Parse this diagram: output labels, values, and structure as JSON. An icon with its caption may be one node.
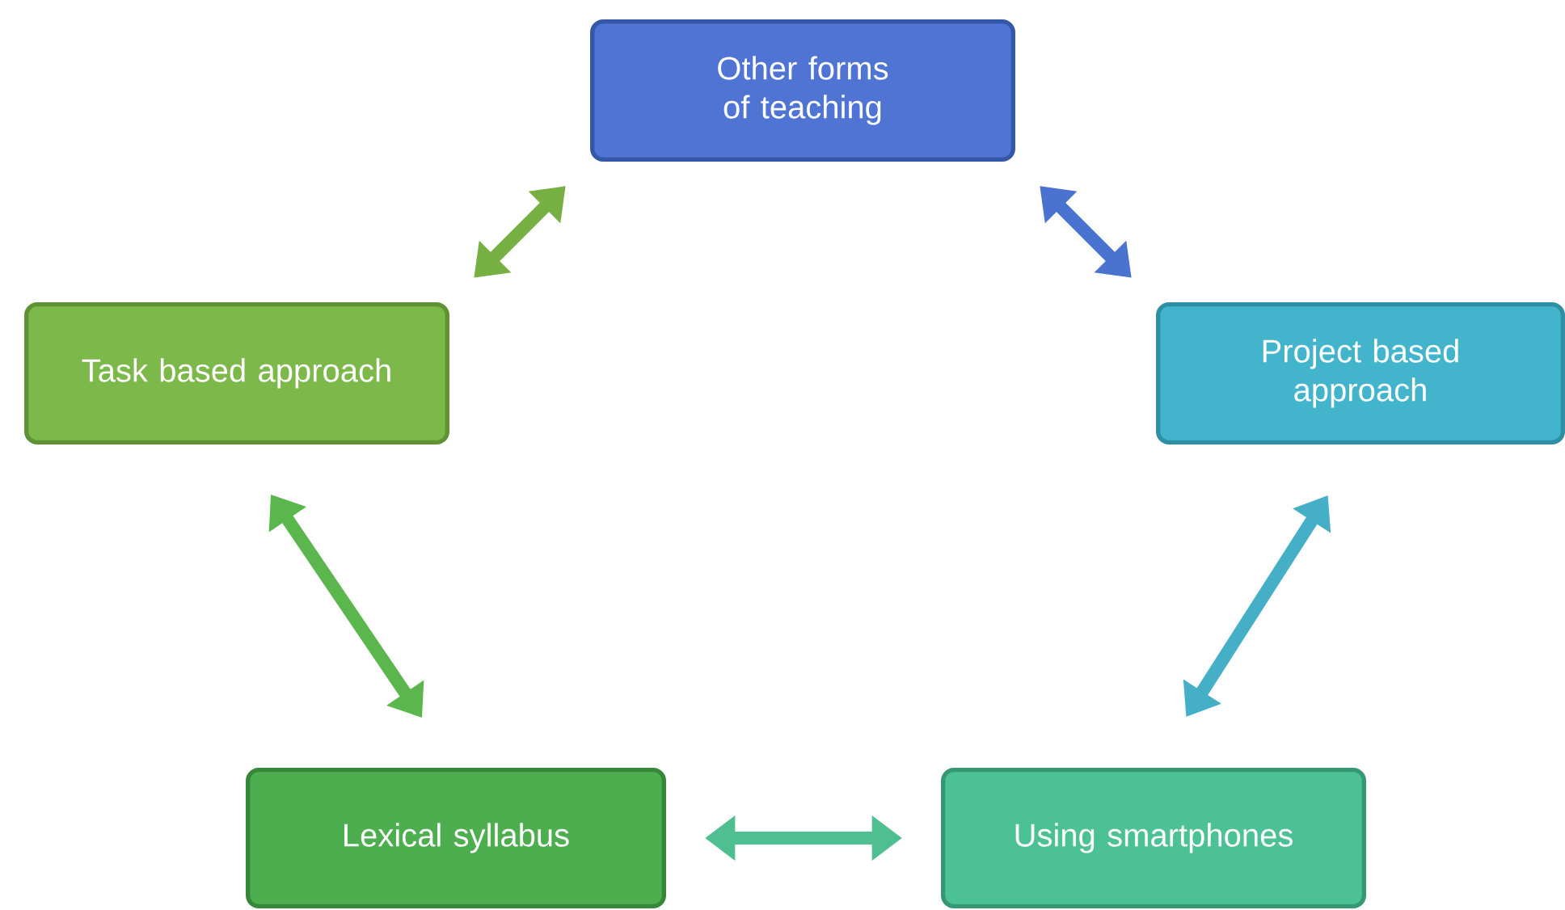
{
  "diagram": {
    "nodes": [
      {
        "text": [
          "Other forms of teaching"
        ]
      },
      {
        "text": [
          "Task based approach"
        ]
      },
      {
        "text": [
          "Project based approach"
        ]
      },
      {
        "text": [
          "Lexical syllabus"
        ]
      },
      {
        "text": [
          "Using smartphones"
        ]
      }
    ],
    "edges": [
      {
        "from": 0,
        "to": 1,
        "arrow": "both",
        "color": "#76b043"
      },
      {
        "from": 0,
        "to": 2,
        "arrow": "both",
        "color": "#4a72cf"
      },
      {
        "from": 1,
        "to": 3,
        "arrow": "both",
        "color": "#5cb64e"
      },
      {
        "from": 2,
        "to": 4,
        "arrow": "both",
        "color": "#44afc6"
      },
      {
        "from": 3,
        "to": 4,
        "arrow": "both",
        "color": "#4fbf92"
      }
    ]
  }
}
